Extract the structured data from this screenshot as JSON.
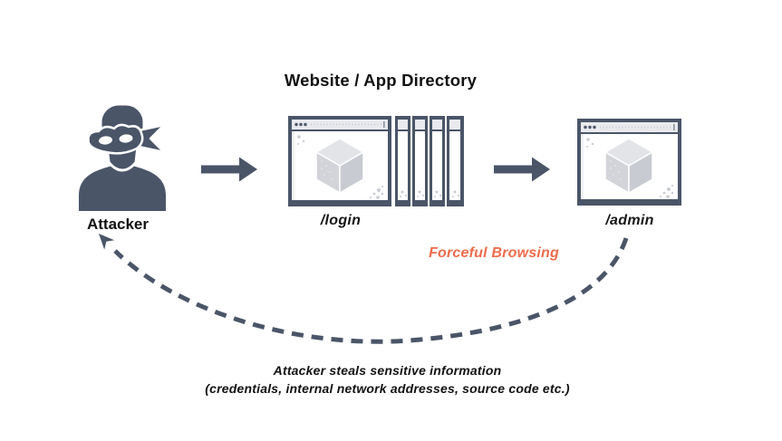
{
  "header": {
    "title": "Website / App Directory"
  },
  "nodes": {
    "attacker": {
      "label": "Attacker"
    },
    "login": {
      "label": "/login"
    },
    "admin": {
      "label": "/admin"
    }
  },
  "flow": {
    "attack_technique": "Forceful Browsing"
  },
  "caption": {
    "line1": "Attacker steals sensitive information",
    "line2": "(credentials, internal network addresses, source code etc.)"
  },
  "icons": {
    "attacker": "masked-thief-icon",
    "login": "browser-window-stack-icon",
    "admin": "browser-window-icon",
    "step_arrows": "right-arrow-icon",
    "return_path": "dashed-curved-arrow-icon",
    "cube": "cube-icon"
  },
  "colors": {
    "slate": "#4A5568",
    "accent_orange": "#EE6C4D",
    "titlebar_gray": "#E9EAEE",
    "cube_top": "#E2E4E8",
    "cube_left": "#D2D4DA",
    "cube_right": "#C8CBD1",
    "speckle_gray": "#C9CCD4",
    "text_black": "#111111",
    "background": "#FFFFFF"
  }
}
